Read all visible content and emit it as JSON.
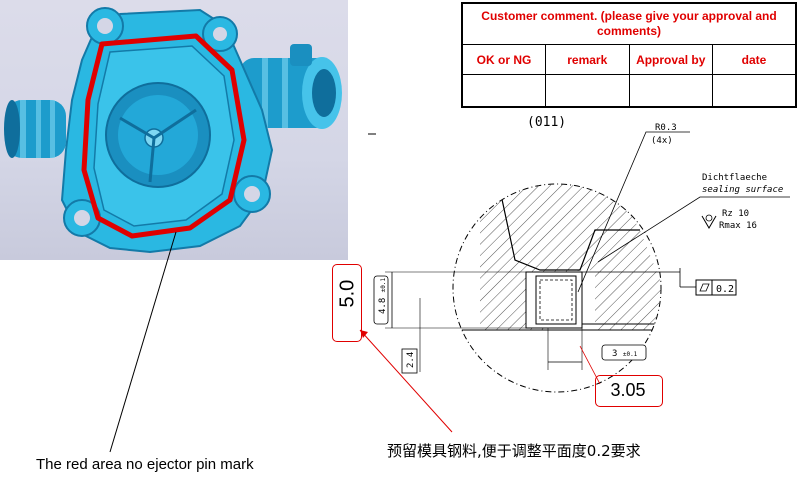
{
  "approval": {
    "header": "Customer comment. (please give your approval and comments)",
    "columns": [
      "OK or NG",
      "remark",
      "Approval by",
      "date"
    ]
  },
  "drawing": {
    "radius_note": "R0.3",
    "radius_count": "(4x)",
    "surface_de": "Dichtflaeche",
    "surface_en": "sealing surface",
    "roughness_rz": "Rz 10",
    "roughness_rmax": "Rmax 16",
    "flatness_tol": "0.2",
    "dim_height": "4.8",
    "dim_height_tol": "±0.1",
    "dim_step": "2.4",
    "dim_width": "3",
    "dim_width_tol": "±0.1",
    "top_fragment": "(011)"
  },
  "highlights": {
    "proposed_height": "5.0",
    "proposed_width": "3.05"
  },
  "captions": {
    "part_note": "The red area no ejector pin mark",
    "drawing_note": "预留模具钢料,便于调整平面度0.2要求"
  },
  "colors": {
    "part_body": "#29b6e0",
    "part_shade": "#1580b0",
    "highlight_line": "#e00000",
    "annotation": "#e00000"
  }
}
